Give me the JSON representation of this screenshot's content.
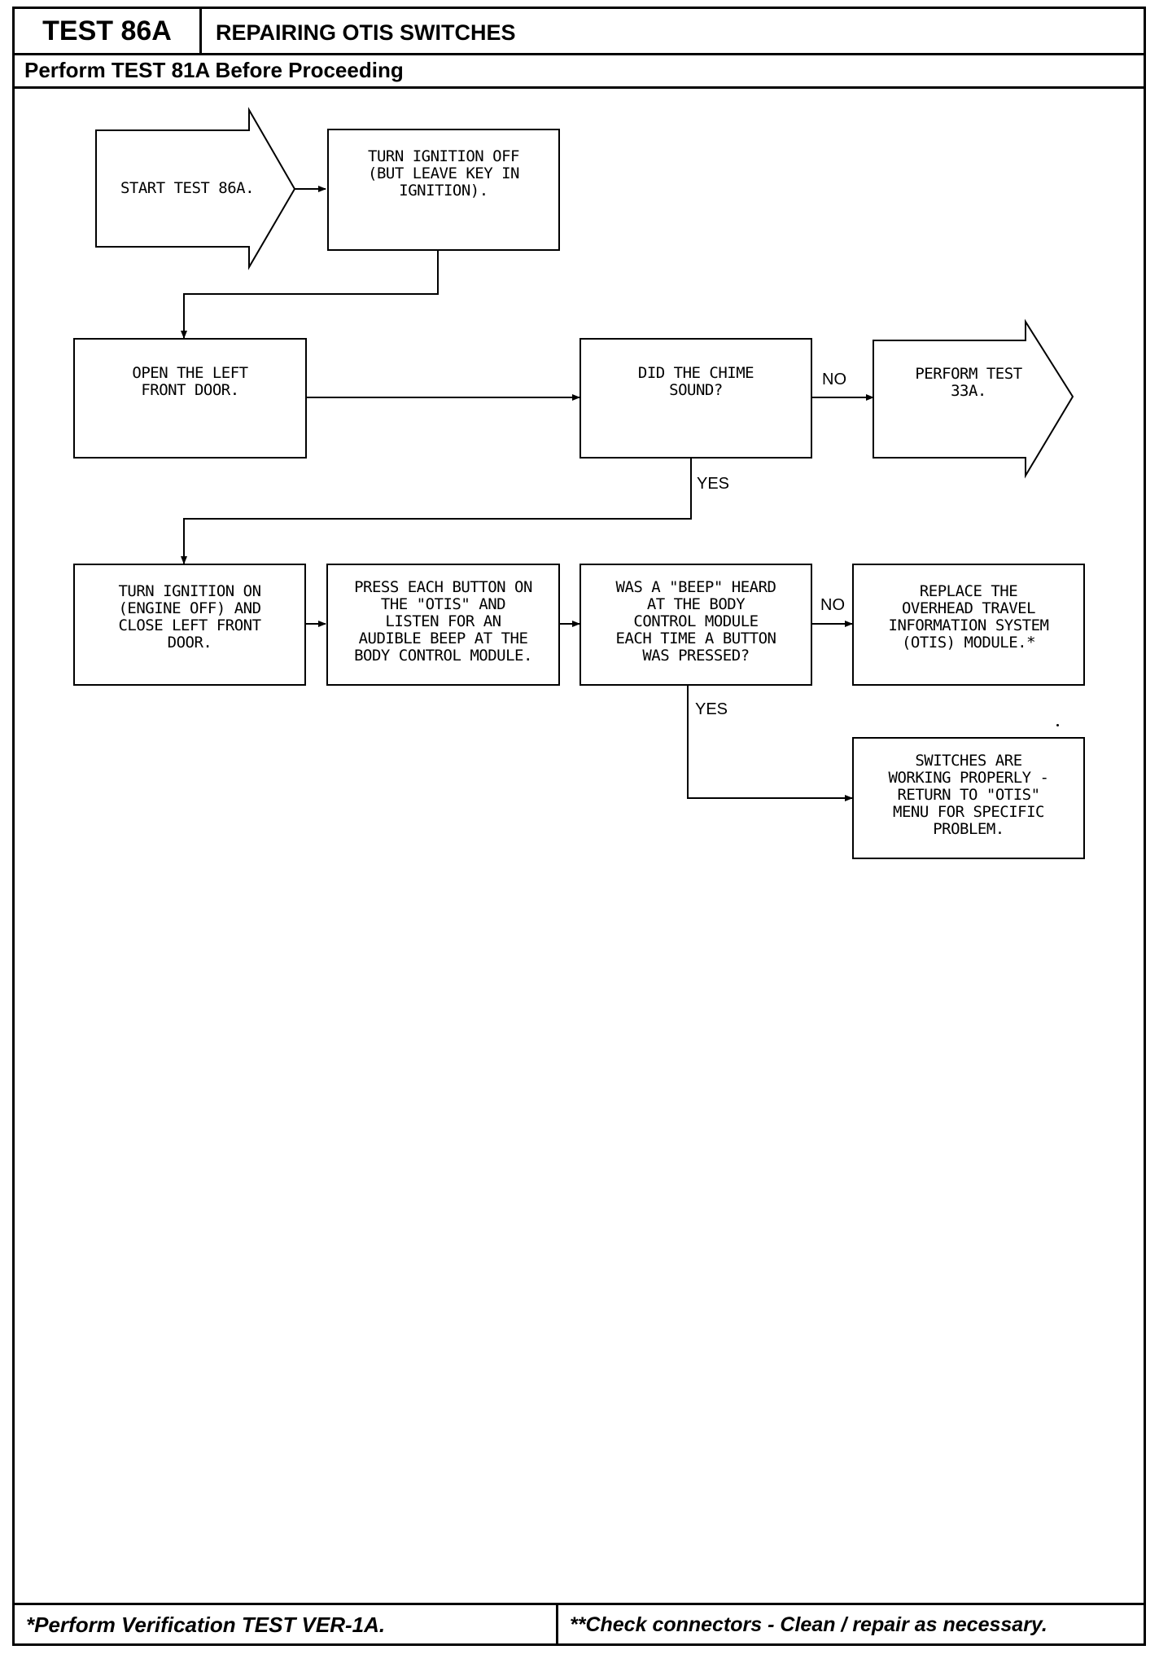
{
  "header": {
    "test_id": "TEST 86A",
    "title": "REPAIRING OTIS SWITCHES",
    "prerequisite": "Perform TEST 81A Before Proceeding"
  },
  "flowchart": {
    "start": "START TEST 86A.",
    "step_ignition_off": "TURN IGNITION OFF\n(BUT LEAVE KEY IN\nIGNITION).",
    "step_open_door": "OPEN THE LEFT\nFRONT DOOR.",
    "decision_chime": "DID THE CHIME\nSOUND?",
    "outcome_test_33a": "PERFORM TEST\n33A.",
    "step_ignition_on": "TURN IGNITION ON\n(ENGINE OFF) AND\nCLOSE LEFT FRONT\nDOOR.",
    "step_press_buttons": "PRESS EACH BUTTON ON\nTHE \"OTIS\" AND\nLISTEN FOR AN\nAUDIBLE BEEP AT THE\nBODY CONTROL MODULE.",
    "decision_beep": "WAS A \"BEEP\" HEARD\nAT THE BODY\nCONTROL MODULE\nEACH TIME A BUTTON\nWAS PRESSED?",
    "outcome_replace": "REPLACE THE\nOVERHEAD TRAVEL\nINFORMATION SYSTEM\n(OTIS) MODULE.*",
    "outcome_working": "SWITCHES ARE\nWORKING PROPERLY -\nRETURN TO \"OTIS\"\nMENU FOR SPECIFIC\nPROBLEM.",
    "label_no": "NO",
    "label_yes": "YES"
  },
  "footer": {
    "left_note": "*Perform Verification TEST VER-1A.",
    "right_note": "**Check connectors - Clean / repair as necessary."
  }
}
